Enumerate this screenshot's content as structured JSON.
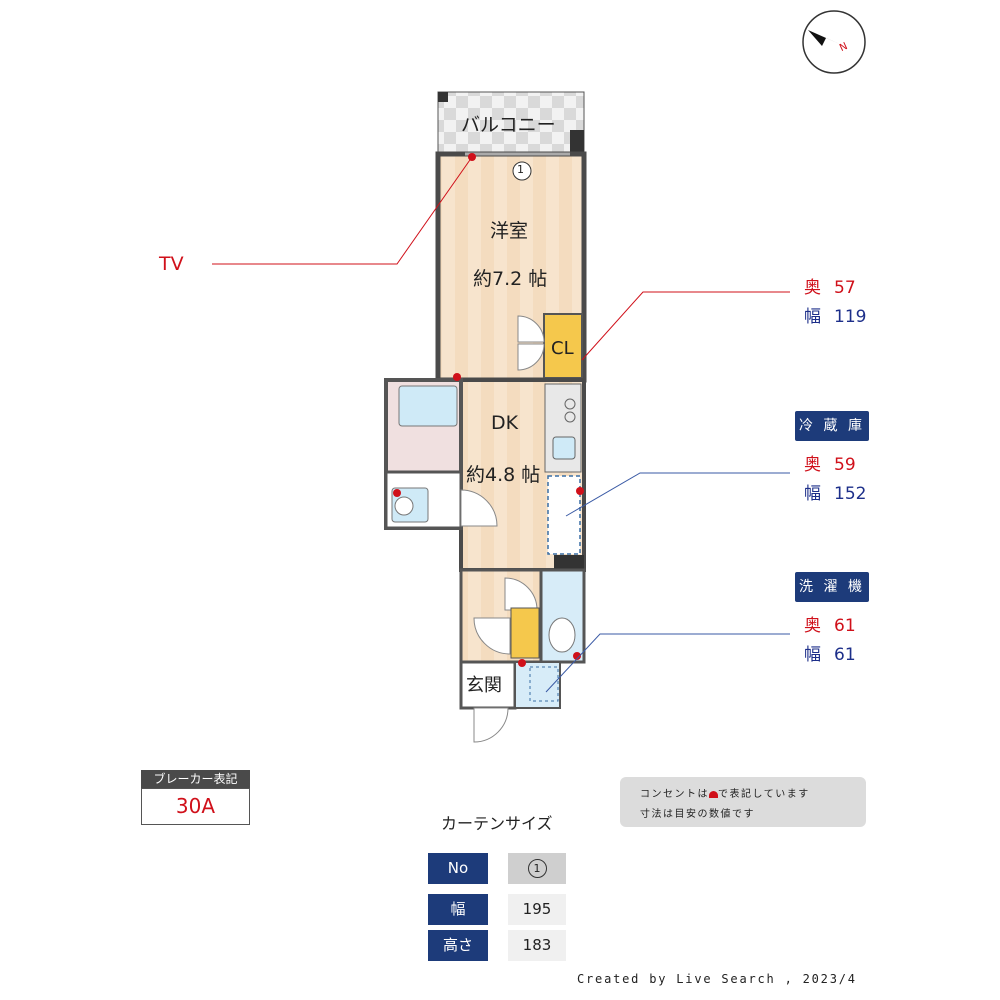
{
  "rooms": {
    "balcony": "バルコニー",
    "western_room": "洋室",
    "western_area": "約7.2 帖",
    "closet": "CL",
    "dk": "DK",
    "dk_area": "約4.8 帖",
    "entrance": "玄関"
  },
  "curtain_marker": "1",
  "callouts": {
    "tv": "TV",
    "closet_dims": {
      "depth_label": "奥",
      "depth": "57",
      "width_label": "幅",
      "width": "119"
    },
    "fridge": {
      "title": "冷 蔵 庫",
      "depth_label": "奥",
      "depth": "59",
      "width_label": "幅",
      "width": "152"
    },
    "washer": {
      "title": "洗 濯 機",
      "depth_label": "奥",
      "depth": "61",
      "width_label": "幅",
      "width": "61"
    }
  },
  "breaker": {
    "title": "ブレーカー表記",
    "value": "30A"
  },
  "note": {
    "line1_before": "コンセントは",
    "line1_after": "で表記しています",
    "line2": "寸法は目安の数値です"
  },
  "curtain_table": {
    "title": "カーテンサイズ",
    "header_no": "No",
    "no_value": "1",
    "width_label": "幅",
    "width_value": "195",
    "height_label": "高さ",
    "height_value": "183"
  },
  "credit": "Created by Live Search , 2023/4",
  "compass_label": "N",
  "colors": {
    "accent_red": "#d0101a",
    "label_blue": "#1d2f8a",
    "tag_navy": "#1d3b7a",
    "floor": "#f4dcbf"
  }
}
